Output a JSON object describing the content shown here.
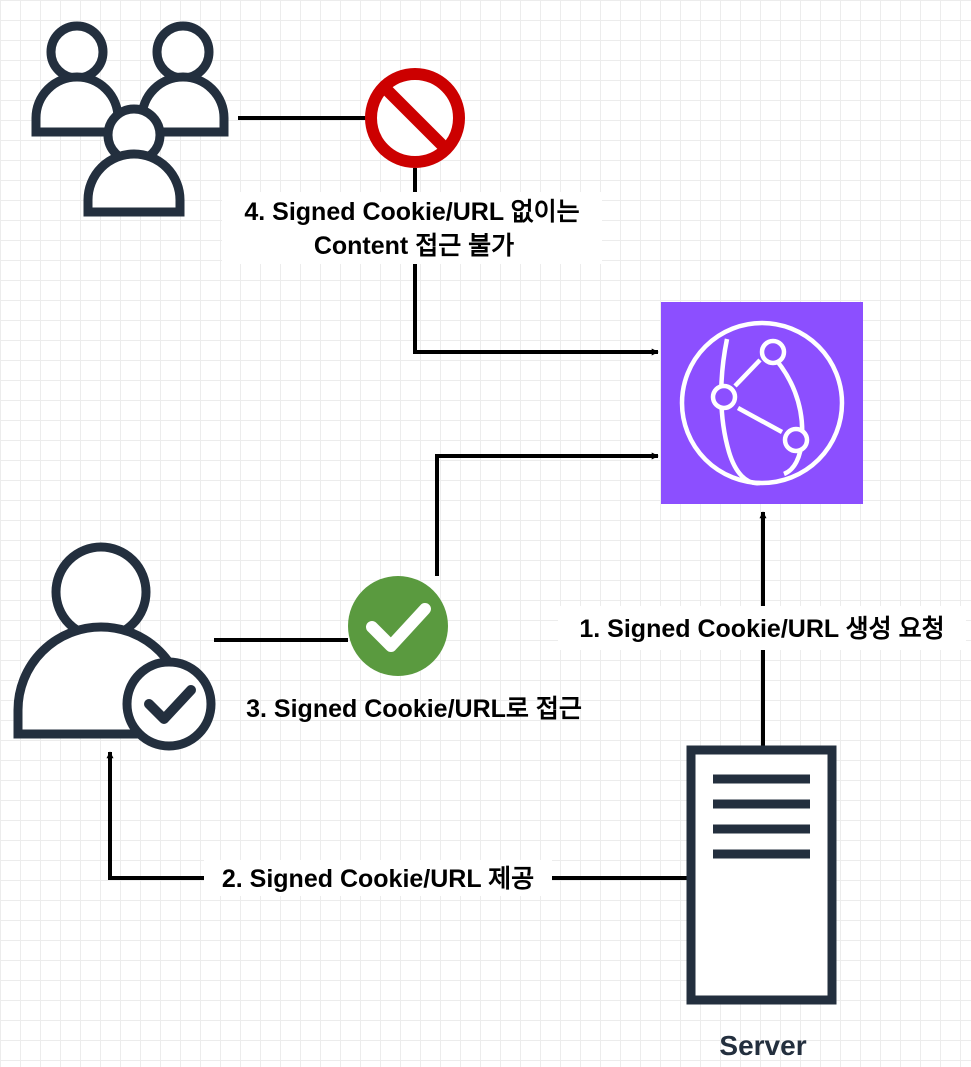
{
  "labels": {
    "step1": "1. Signed Cookie/URL 생성 요청",
    "step2": "2. Signed Cookie/URL 제공",
    "step3": "3. Signed Cookie/URL로 접근",
    "step4_line1": "4. Signed Cookie/URL 없이는",
    "step4_line2": "Content 접근 불가",
    "server": "Server"
  },
  "icons": {
    "users_group": "users-group-icon",
    "prohibited": "prohibited-icon",
    "cloudfront": "cloudfront-icon",
    "verified_user": "verified-user-icon",
    "approved": "check-icon",
    "server": "server-icon"
  },
  "colors": {
    "cloudfront": "#8c4fff",
    "prohibited": "#cc0000",
    "approved": "#5a9a3f",
    "icon_dark": "#232f3e",
    "lines": "#000000"
  }
}
